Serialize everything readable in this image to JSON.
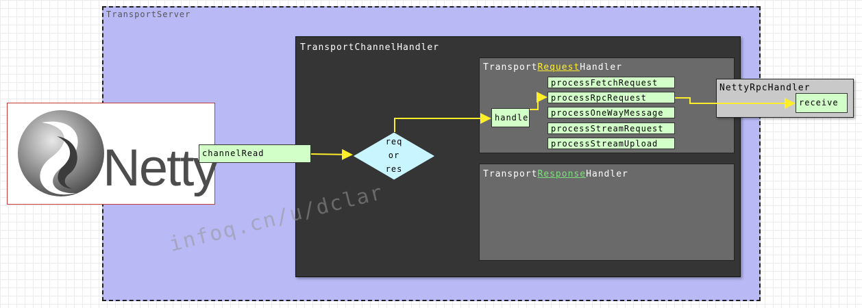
{
  "server": {
    "label": "TransportServer"
  },
  "netty_logo": {
    "text": "Netty"
  },
  "channel_read": {
    "label": "channelRead"
  },
  "transport_channel_handler": {
    "title": "TransportChannelHandler"
  },
  "decision": {
    "lines": [
      "req",
      "or",
      "res"
    ]
  },
  "request_handler": {
    "title_prefix": "Transport",
    "title_highlight": "Request",
    "title_suffix": "Handler",
    "handle_label": "handle",
    "methods": [
      "processFetchRequest",
      "processRpcRequest",
      "processOneWayMessage",
      "processStreamRequest",
      "processStreamUpload"
    ]
  },
  "response_handler": {
    "title_prefix": "Transport",
    "title_highlight": "Response",
    "title_suffix": "Handler"
  },
  "rpc_handler": {
    "title": "NettyRpcHandler",
    "receive_label": "receive"
  },
  "watermark": "infoq.cn/u/dclar",
  "colors": {
    "server_bg": "#b9b9f5",
    "outer_bg": "#353535",
    "inner_bg": "#6a6a6a",
    "method_bg": "#d2ffc8",
    "diamond_bg": "#c8f5ff",
    "arrow": "#ffee2a",
    "request_highlight": "#ffee2a",
    "response_highlight": "#7fe07f"
  }
}
